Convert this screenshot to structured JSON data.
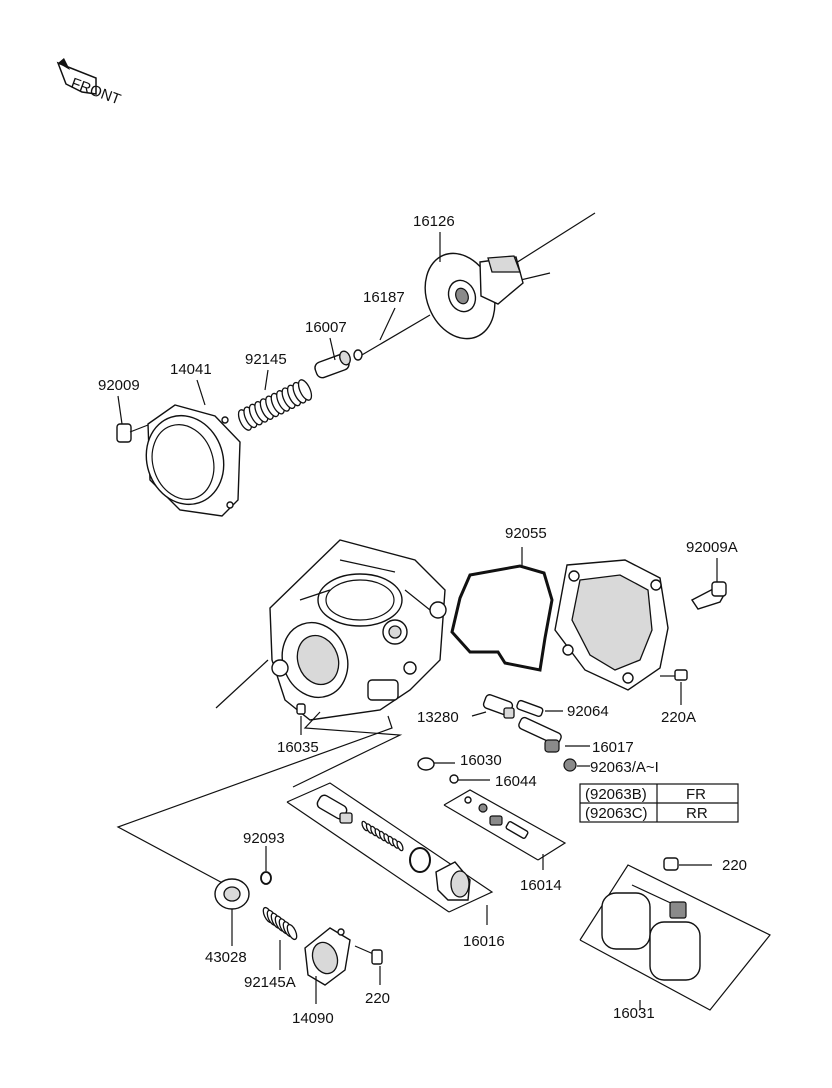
{
  "diagram": {
    "front_icon_text": "FRONT",
    "labels": [
      {
        "id": "16126",
        "text": "16126"
      },
      {
        "id": "16187",
        "text": "16187"
      },
      {
        "id": "16007",
        "text": "16007"
      },
      {
        "id": "92145",
        "text": "92145"
      },
      {
        "id": "14041",
        "text": "14041"
      },
      {
        "id": "92009",
        "text": "92009"
      },
      {
        "id": "92055",
        "text": "92055"
      },
      {
        "id": "92009A",
        "text": "92009A"
      },
      {
        "id": "220A",
        "text": "220A"
      },
      {
        "id": "13280",
        "text": "13280"
      },
      {
        "id": "92064",
        "text": "92064"
      },
      {
        "id": "16017",
        "text": "16017"
      },
      {
        "id": "16030",
        "text": "16030"
      },
      {
        "id": "92063AI",
        "text": "92063/A~I"
      },
      {
        "id": "16044",
        "text": "16044"
      },
      {
        "id": "16035",
        "text": "16035"
      },
      {
        "id": "92093",
        "text": "92093"
      },
      {
        "id": "16014",
        "text": "16014"
      },
      {
        "id": "220top",
        "text": "220"
      },
      {
        "id": "43028",
        "text": "43028"
      },
      {
        "id": "92145A",
        "text": "92145A"
      },
      {
        "id": "16016",
        "text": "16016"
      },
      {
        "id": "220bottom",
        "text": "220"
      },
      {
        "id": "14090",
        "text": "14090"
      },
      {
        "id": "16031",
        "text": "16031"
      }
    ],
    "table": {
      "rows": [
        {
          "code": "(92063B)",
          "pos": "FR"
        },
        {
          "code": "(92063C)",
          "pos": "RR"
        }
      ]
    }
  }
}
